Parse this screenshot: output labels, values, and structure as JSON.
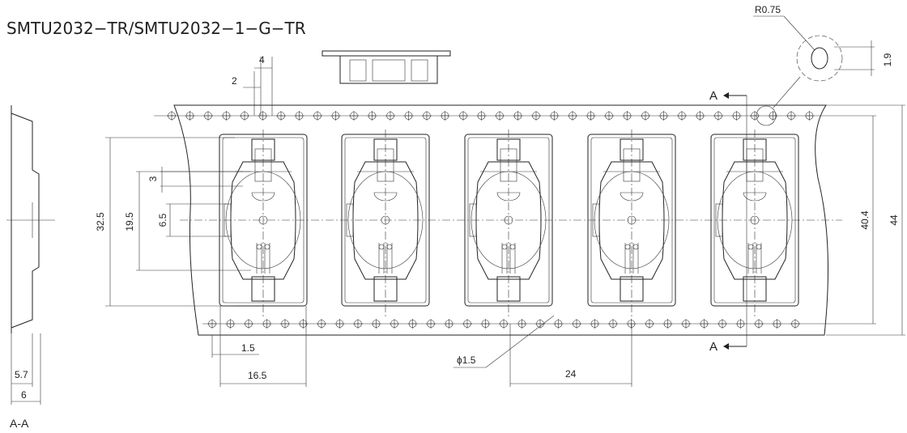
{
  "title": "SMTU2032−TR/SMTU2032−1−G−TR",
  "section_label": "A-A",
  "section_markers": [
    "A",
    "A"
  ],
  "dimensions": {
    "pitch": "24",
    "tape_width": "44",
    "hole_to_hole": "40.4",
    "pocket_length": "32.5",
    "pocket_inner": "19.5",
    "center_gap": "6.5",
    "clip_offset": "3",
    "hole_pitch": "4",
    "hole_offset": "2",
    "hole_radius": "R0.75",
    "hole_height": "1.9",
    "hole_diameter": "ϕ1.5",
    "edge_offset": "1.5",
    "pocket_width": "16.5",
    "section_depth": "5.7",
    "section_total": "6"
  }
}
